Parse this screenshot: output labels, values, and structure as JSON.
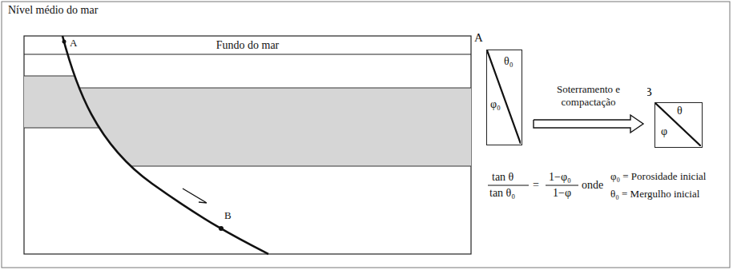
{
  "diagram": {
    "nodes": [
      {
        "text": [
          "Fundo do mar"
        ]
      },
      {
        "text": [
          "A",
          "θ₀",
          "φ₀"
        ]
      },
      {
        "text": [
          "B",
          "θ",
          "φ"
        ]
      }
    ],
    "edges": [
      {
        "from": 1,
        "to": 2,
        "label": "Soterramento e compactação",
        "arrow": "to"
      }
    ],
    "labels": [
      "Nível médio do mar",
      "A",
      "B",
      "tan θ",
      "tan θ₀",
      "=",
      "1−φ₀",
      "1−φ",
      "onde",
      "φ₀ = Porosidade inicial",
      "θ₀ = Mergulho inicial"
    ]
  }
}
